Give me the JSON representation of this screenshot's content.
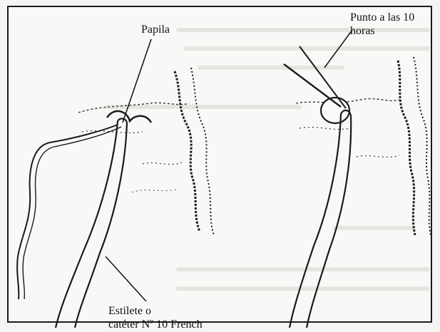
{
  "labels": {
    "papila": "Papila",
    "punto_line1": "Punto a las 10",
    "punto_line2": "horas",
    "estilete_line1": "Estilete o",
    "estilete_line2": "catéter Nº 10 French"
  },
  "colors": {
    "ink": "#1a1a1a",
    "page": "#f8f8f6",
    "faint_text": "#d6d6d3"
  }
}
